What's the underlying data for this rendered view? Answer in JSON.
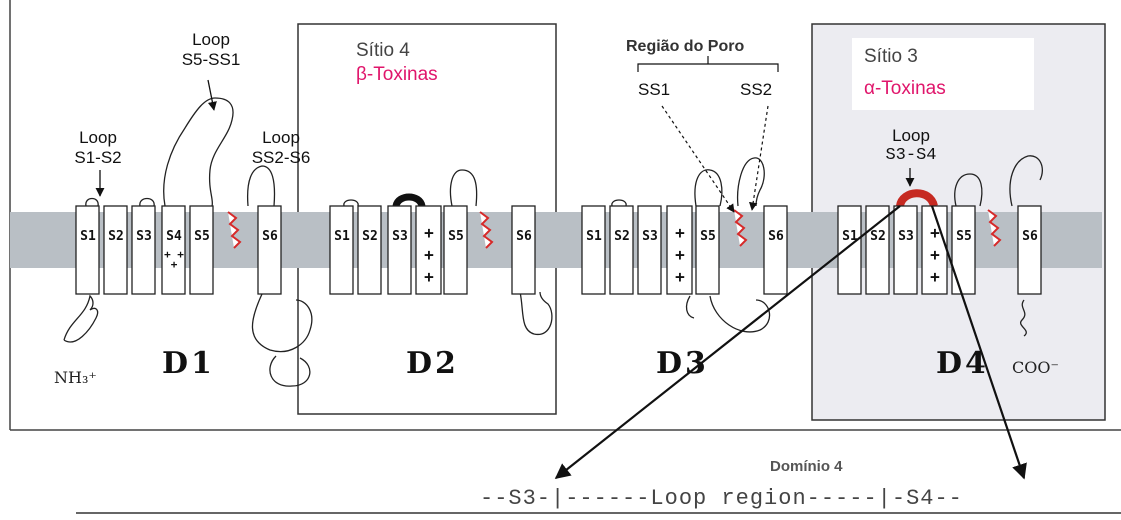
{
  "domains": [
    "D1",
    "D2",
    "D3",
    "D4"
  ],
  "segments": [
    "S1",
    "S2",
    "S3",
    "S4",
    "S5",
    "S6"
  ],
  "charges": "+ + +",
  "site4": {
    "title": "Sítio 4",
    "toxin": "β-Toxinas"
  },
  "site3": {
    "title": "Sítio 3",
    "toxin": "α-Toxinas"
  },
  "pore": {
    "title": "Região do Poro",
    "ss1": "SS1",
    "ss2": "SS2"
  },
  "loops": {
    "s1_s2": {
      "line1": "Loop",
      "line2": "S1-S2"
    },
    "s5_ss1": {
      "line1": "Loop",
      "line2": "S5-SS1"
    },
    "ss2_s6": {
      "line1": "Loop",
      "line2": "SS2-S6"
    },
    "s3_s4": {
      "line1": "Loop",
      "line2": "S3-S4"
    }
  },
  "termini": {
    "n": "NH₃⁺",
    "c": "COO⁻"
  },
  "domain4_label": "Domínio 4",
  "sequence": "--S3-|------Loop region-----|-S4--",
  "colors": {
    "membrane": "#b9bfc5",
    "toxin": "#e0156b",
    "loop_s3s4": "#c62a22",
    "site3_box": "#ececf1"
  }
}
